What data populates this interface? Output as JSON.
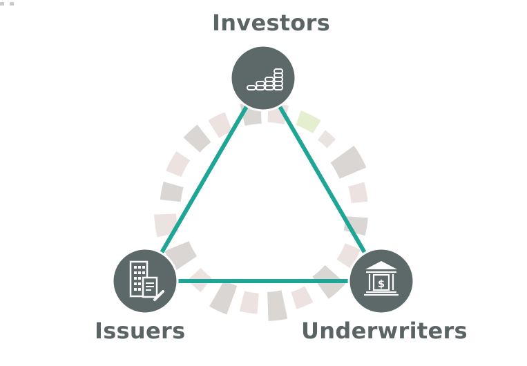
{
  "diagram": {
    "nodes": [
      {
        "id": "investors",
        "label": "Investors",
        "icon": "coin-stacks-icon"
      },
      {
        "id": "issuers",
        "label": "Issuers",
        "icon": "building-document-icon"
      },
      {
        "id": "underwriters",
        "label": "Underwriters",
        "icon": "bank-dollar-icon"
      }
    ],
    "edges": [
      {
        "from": "investors",
        "to": "underwriters"
      },
      {
        "from": "underwriters",
        "to": "issuers"
      },
      {
        "from": "issuers",
        "to": "investors"
      }
    ]
  },
  "colors": {
    "node_fill": "#5d6869",
    "edge": "#1fa596",
    "label": "#5b6465",
    "ring_gray": "#d9d6d4",
    "ring_pink": "#ece3e0",
    "ring_green": "#e3efcf"
  }
}
